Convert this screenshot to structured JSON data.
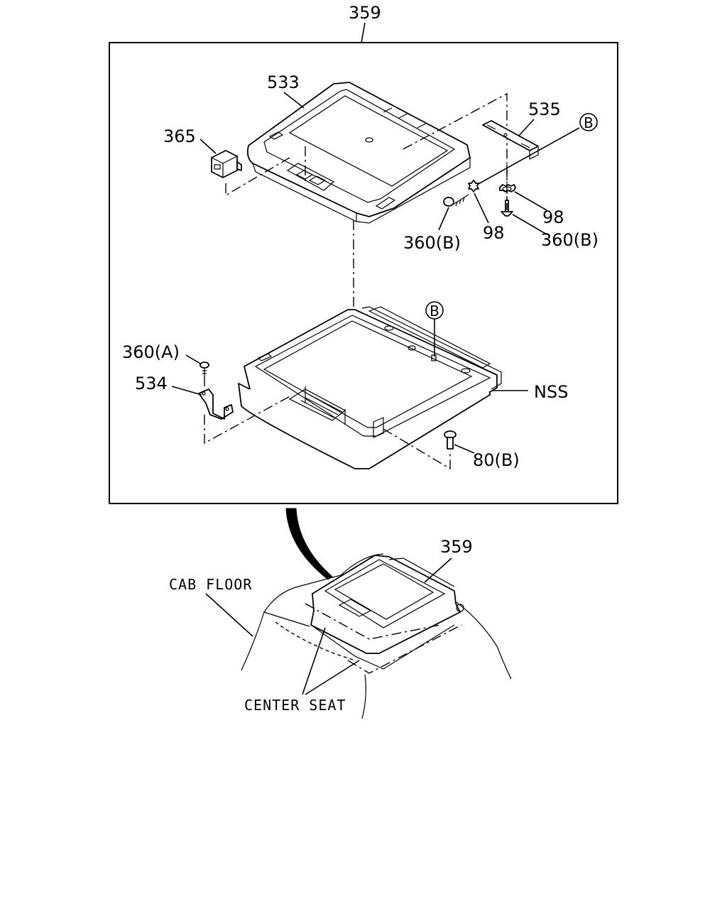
{
  "labels": {
    "top_assembly": "359",
    "upper_cover": "533",
    "switch": "365",
    "bracket_right": "535",
    "ref_b_top": "B",
    "washer_right": "98",
    "washer_left": "98",
    "screw_b_left": "360(B)",
    "screw_b_right": "360(B)",
    "ref_b_mid": "B",
    "screw_a": "360(A)",
    "bracket_left": "534",
    "nss": "NSS",
    "bolt": "80(B)",
    "assembly_in_cab": "359",
    "cab_floor": "CAB FLOOR",
    "center_seat": "CENTER SEAT"
  }
}
